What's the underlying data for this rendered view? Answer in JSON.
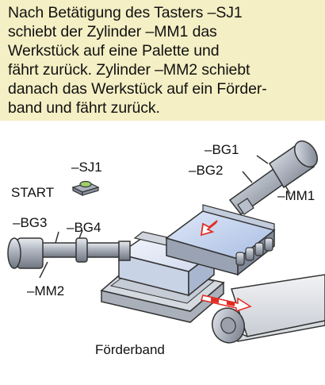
{
  "instructions": {
    "lines": [
      "Nach Betätigung des Tasters –SJ1",
      "schiebt der Zylinder –MM1 das",
      "Werkstück auf eine Palette und",
      "fährt zurück. Zylinder –MM2 schiebt",
      "danach das Werkstück auf ein Förder-",
      "band und fährt zurück."
    ]
  },
  "diagram": {
    "labels": {
      "sj1": "–SJ1",
      "start": "START",
      "bg1": "–BG1",
      "bg2": "–BG2",
      "mm1": "–MM1",
      "bg3": "–BG3",
      "bg4": "–BG4",
      "mm2": "–MM2",
      "conveyor": "Förderband"
    },
    "colors": {
      "background_text": "#f4efc4",
      "metal": "#b9bec8",
      "workpiece": "#c9d6ee",
      "arrow": "#e32b22"
    }
  }
}
